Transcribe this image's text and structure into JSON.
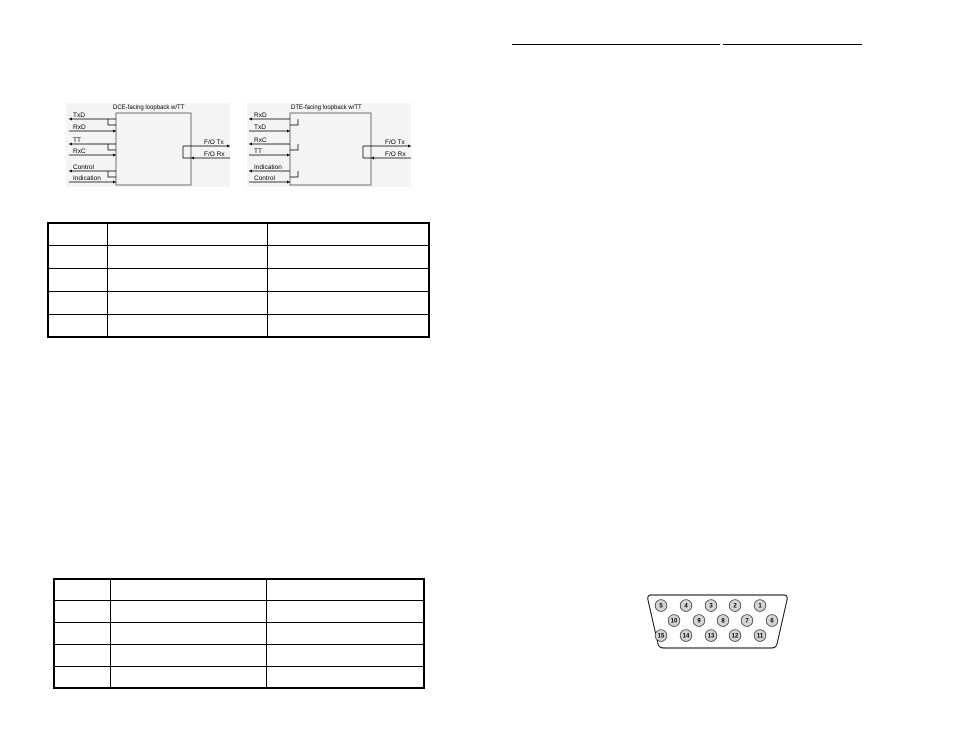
{
  "diagrams": [
    {
      "title": "DCE-facing loopback w/TT",
      "left_signals": [
        "TxD",
        "RxD",
        "TT",
        "RxC",
        "Control",
        "Indication"
      ],
      "right_signals": [
        "F/O Tx",
        "F/O Rx"
      ]
    },
    {
      "title": "DTE-facing loopback w/TT",
      "left_signals": [
        "RxD",
        "TxD",
        "RxC",
        "TT",
        "Indication",
        "Control"
      ],
      "right_signals": [
        "F/O Tx",
        "F/O Rx"
      ]
    }
  ],
  "table_top": {
    "rows": [
      [
        "",
        "",
        ""
      ],
      [
        "",
        "",
        ""
      ],
      [
        "",
        "",
        ""
      ],
      [
        "",
        "",
        ""
      ],
      [
        "",
        "",
        ""
      ]
    ]
  },
  "table_bottom": {
    "rows": [
      [
        "",
        "",
        ""
      ],
      [
        "",
        "",
        ""
      ],
      [
        "",
        "",
        ""
      ],
      [
        "",
        "",
        ""
      ],
      [
        "",
        "",
        ""
      ]
    ]
  },
  "connector": {
    "row1": [
      "5",
      "4",
      "3",
      "2",
      "1"
    ],
    "row2": [
      "10",
      "9",
      "8",
      "7",
      "6"
    ],
    "row3": [
      "15",
      "14",
      "13",
      "12",
      "11"
    ]
  }
}
